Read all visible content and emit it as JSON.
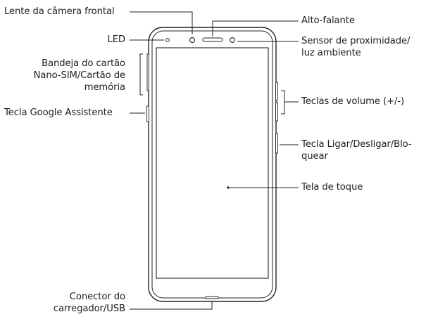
{
  "labels": {
    "front_camera_lens": "Lente da câmera frontal",
    "led": "LED",
    "nano_sim_tray": "Bandeja do cartão\nNano-SIM/Cartão de\nmemória",
    "google_assistant_key": "Tecla Google Assistente",
    "speaker": "Alto-falante",
    "proximity_sensor": "Sensor de proximidade/\nluz ambiente",
    "volume_keys": "Teclas de volume (+/-)",
    "power_lock_key": "Tecla Ligar/Desligar/Blo-\nquear",
    "touch_screen": "Tela de toque",
    "charger_usb_connector": "Conector do\ncarregador/USB"
  }
}
